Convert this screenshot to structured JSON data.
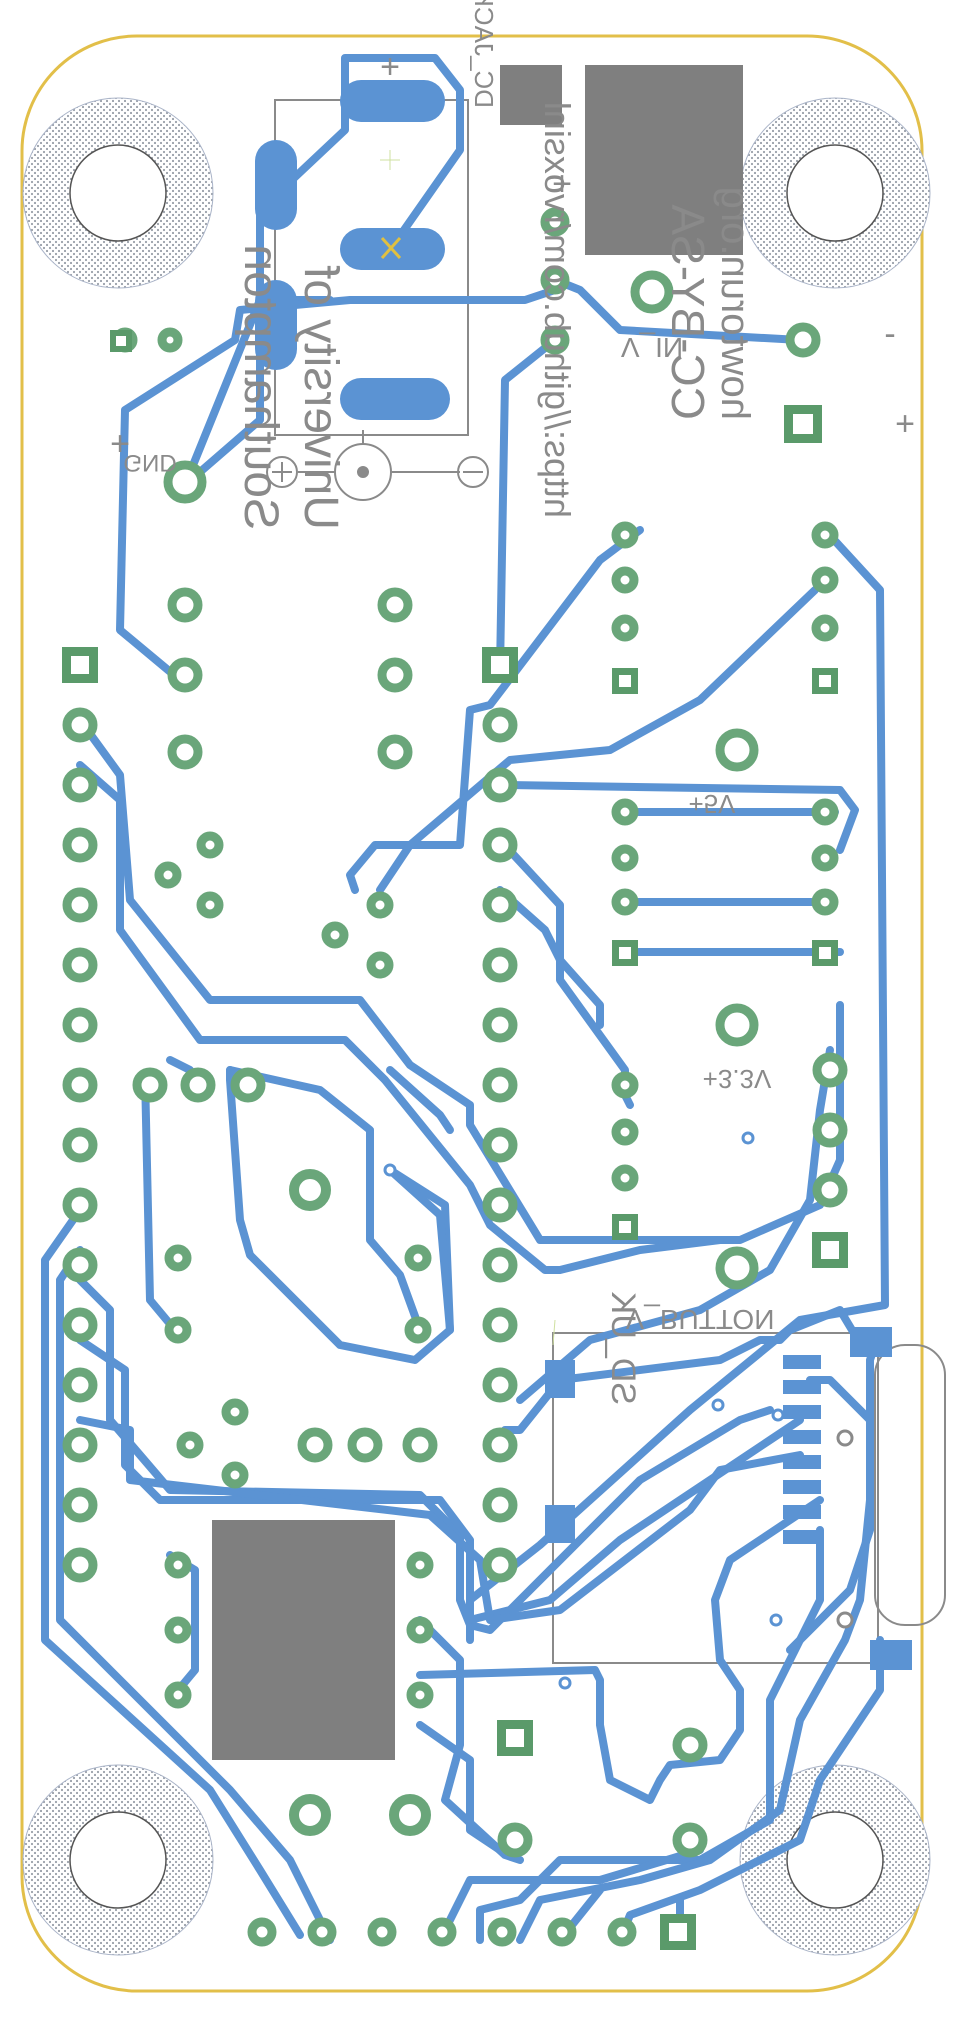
{
  "labels": {
    "univ_line1": "University of",
    "univ_line2": "Southampton",
    "dc_jack": "DC_JACK_A",
    "gnd": "GND",
    "vin": "V_IN",
    "minus": "-",
    "plus": "+",
    "pin_plus": "+",
    "ccbysa": "CC-BY-SA",
    "url_site": "howtorun.org",
    "url_github": "https://github.com/rvoxsinl",
    "v5": "+5V",
    "v33": "+3.3V",
    "button": "V_BUTTON",
    "sd": "SD_UK"
  },
  "colors": {
    "outline": "#e2bf49",
    "trace": "#5b93d3",
    "pad": "#6aa67a",
    "pad_square": "#5a9a6a",
    "silk": "#8a8a8a",
    "component": "#7f7f7f"
  },
  "icons": {
    "mount_hole": "hatched-circle-icon",
    "polarity": "dc-polarity-icon"
  }
}
